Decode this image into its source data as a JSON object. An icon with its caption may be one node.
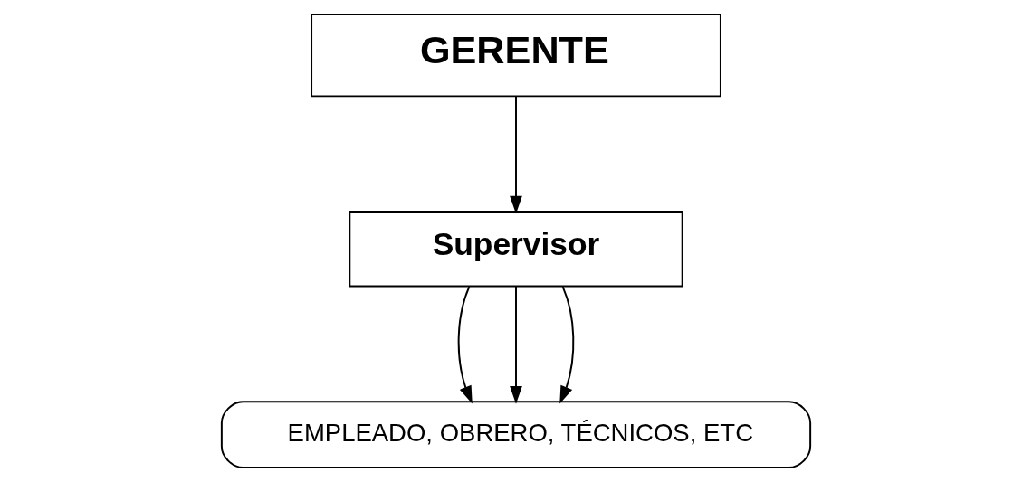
{
  "diagram": {
    "nodes": [
      {
        "text": [
          "GERENTE"
        ]
      },
      {
        "text": [
          "Supervisor"
        ]
      },
      {
        "text": [
          "EMPLEADO, OBRERO, TÉCNICOS, ETC"
        ]
      }
    ],
    "edges": [
      {
        "from": 0,
        "to": 1,
        "arrow": "to"
      },
      {
        "from": 1,
        "to": 2,
        "arrow": "to"
      },
      {
        "from": 1,
        "to": 2,
        "arrow": "to"
      },
      {
        "from": 1,
        "to": 2,
        "arrow": "to"
      }
    ]
  }
}
